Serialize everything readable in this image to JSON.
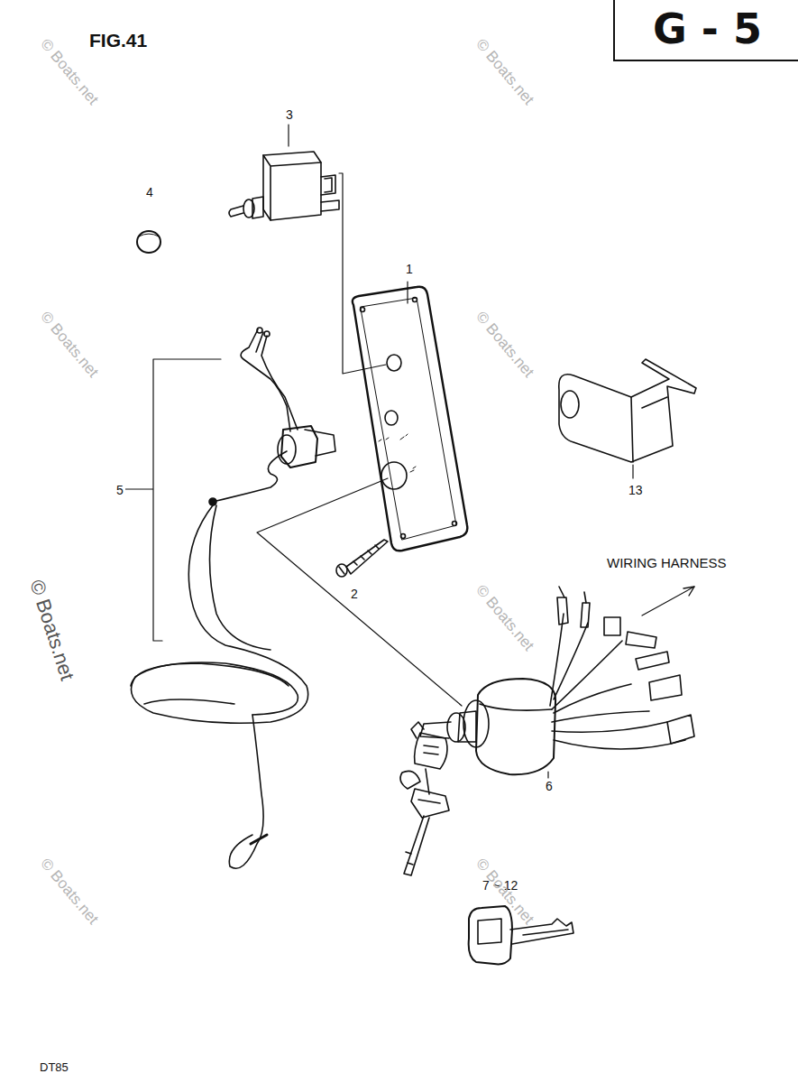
{
  "diagram": {
    "nodes": [
      {
        "text": [
          "G - 5"
        ]
      }
    ],
    "labels": [
      "FIG.41",
      "3",
      "4",
      "1",
      "5",
      "2",
      "13",
      "WIRING HARNESS",
      "6",
      "7 ~ 12",
      "DT85",
      "© Boats.net",
      "© Boats.net",
      "© Boats.net",
      "© Boats.net",
      "© Boats.net",
      "© Boats.net",
      "© Boats.net",
      "© Boats.net"
    ]
  }
}
